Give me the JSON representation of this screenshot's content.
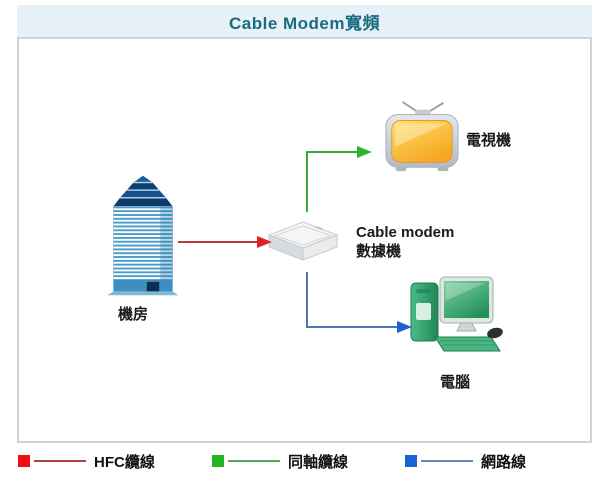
{
  "title": "Cable Modem寬頻",
  "diagram": {
    "nodes": {
      "building": {
        "label": "機房"
      },
      "modem": {
        "label_line1": "Cable modem",
        "label_line2": "數據機"
      },
      "tv": {
        "label": "電視機"
      },
      "computer": {
        "label": "電腦"
      }
    },
    "connections": [
      {
        "from": "機房",
        "to": "Cable modem 數據機",
        "type": "HFC纜線",
        "color": "#c03a3a",
        "arrowhead_color": "#e02222"
      },
      {
        "from": "Cable modem 數據機",
        "to": "電視機",
        "type": "同軸纜線",
        "color": "#3aa83a",
        "arrowhead_color": "#2db32d"
      },
      {
        "from": "Cable modem 數據機",
        "to": "電腦",
        "type": "網路線",
        "color": "#4a76b8",
        "arrowhead_color": "#1e62d0"
      }
    ]
  },
  "legend": {
    "items": [
      {
        "label": "HFC纜線",
        "swatch_color": "#ee1111",
        "line_color": "#b04444"
      },
      {
        "label": "同軸纜線",
        "swatch_color": "#22b422",
        "line_color": "#55aa55"
      },
      {
        "label": "網路線",
        "swatch_color": "#1664d8",
        "line_color": "#6688bb"
      }
    ]
  },
  "colors": {
    "titlebar_bg": "#e7f2f8",
    "title_text": "#1b6c80",
    "canvas_border": "#d2d2d2"
  }
}
